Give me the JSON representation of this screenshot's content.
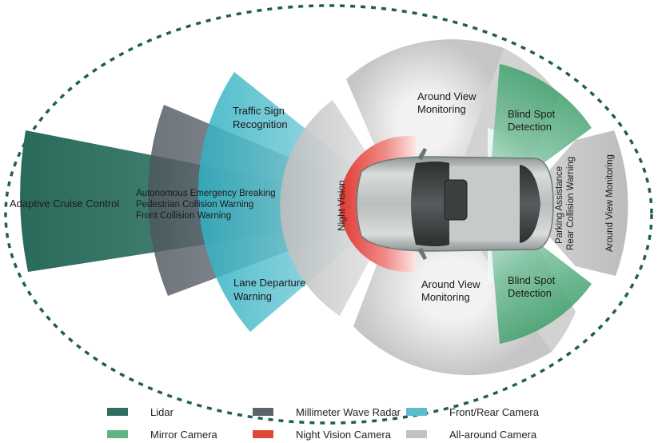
{
  "diagram": {
    "title": "",
    "regions": {
      "lidar": {
        "label": "Adaptive Cruise Control"
      },
      "radar": {
        "lines": [
          "Autonomous Emergency Breaking",
          "Pedestrian Collision Warning",
          "Front Collision Warning"
        ]
      },
      "front_camera_top": {
        "lines": [
          "Traffic Sign",
          "Recognition"
        ]
      },
      "front_camera_bottom": {
        "lines": [
          "Lane Departure",
          "Warning"
        ]
      },
      "night_vision": {
        "label": "Night Vision"
      },
      "around_view_top": {
        "lines": [
          "Around View",
          "Monitoring"
        ]
      },
      "around_view_bottom": {
        "lines": [
          "Around View",
          "Monitoring"
        ]
      },
      "blind_spot_top": {
        "lines": [
          "Blind Spot",
          "Detection"
        ]
      },
      "blind_spot_bottom": {
        "lines": [
          "Blind Spot",
          "Detection"
        ]
      },
      "rear_camera": {
        "lines": [
          "Parking Assistance",
          "Rear Collision Warning"
        ]
      },
      "around_view_rear": {
        "label": "Around View Monitoring"
      }
    }
  },
  "legend": [
    {
      "label": "Lidar",
      "color": "#2f6e5e"
    },
    {
      "label": "Millimeter Wave Radar",
      "color": "#5b636b"
    },
    {
      "label": "Front/Rear Camera",
      "color": "#5bbccc"
    },
    {
      "label": "Mirror Camera",
      "color": "#5fb486"
    },
    {
      "label": "Night Vision Camera",
      "color": "#e0493a"
    },
    {
      "label": "All-around Camera",
      "color": "#c2c2c2"
    }
  ],
  "colors": {
    "boundary": "#1f5f4f",
    "lidar": "#2f6e5e",
    "radar": "#5b636b",
    "camera": "#3bb5c6",
    "mirror": "#4aa874",
    "night": "#e0403a",
    "allaround": "#c4c4c4"
  }
}
